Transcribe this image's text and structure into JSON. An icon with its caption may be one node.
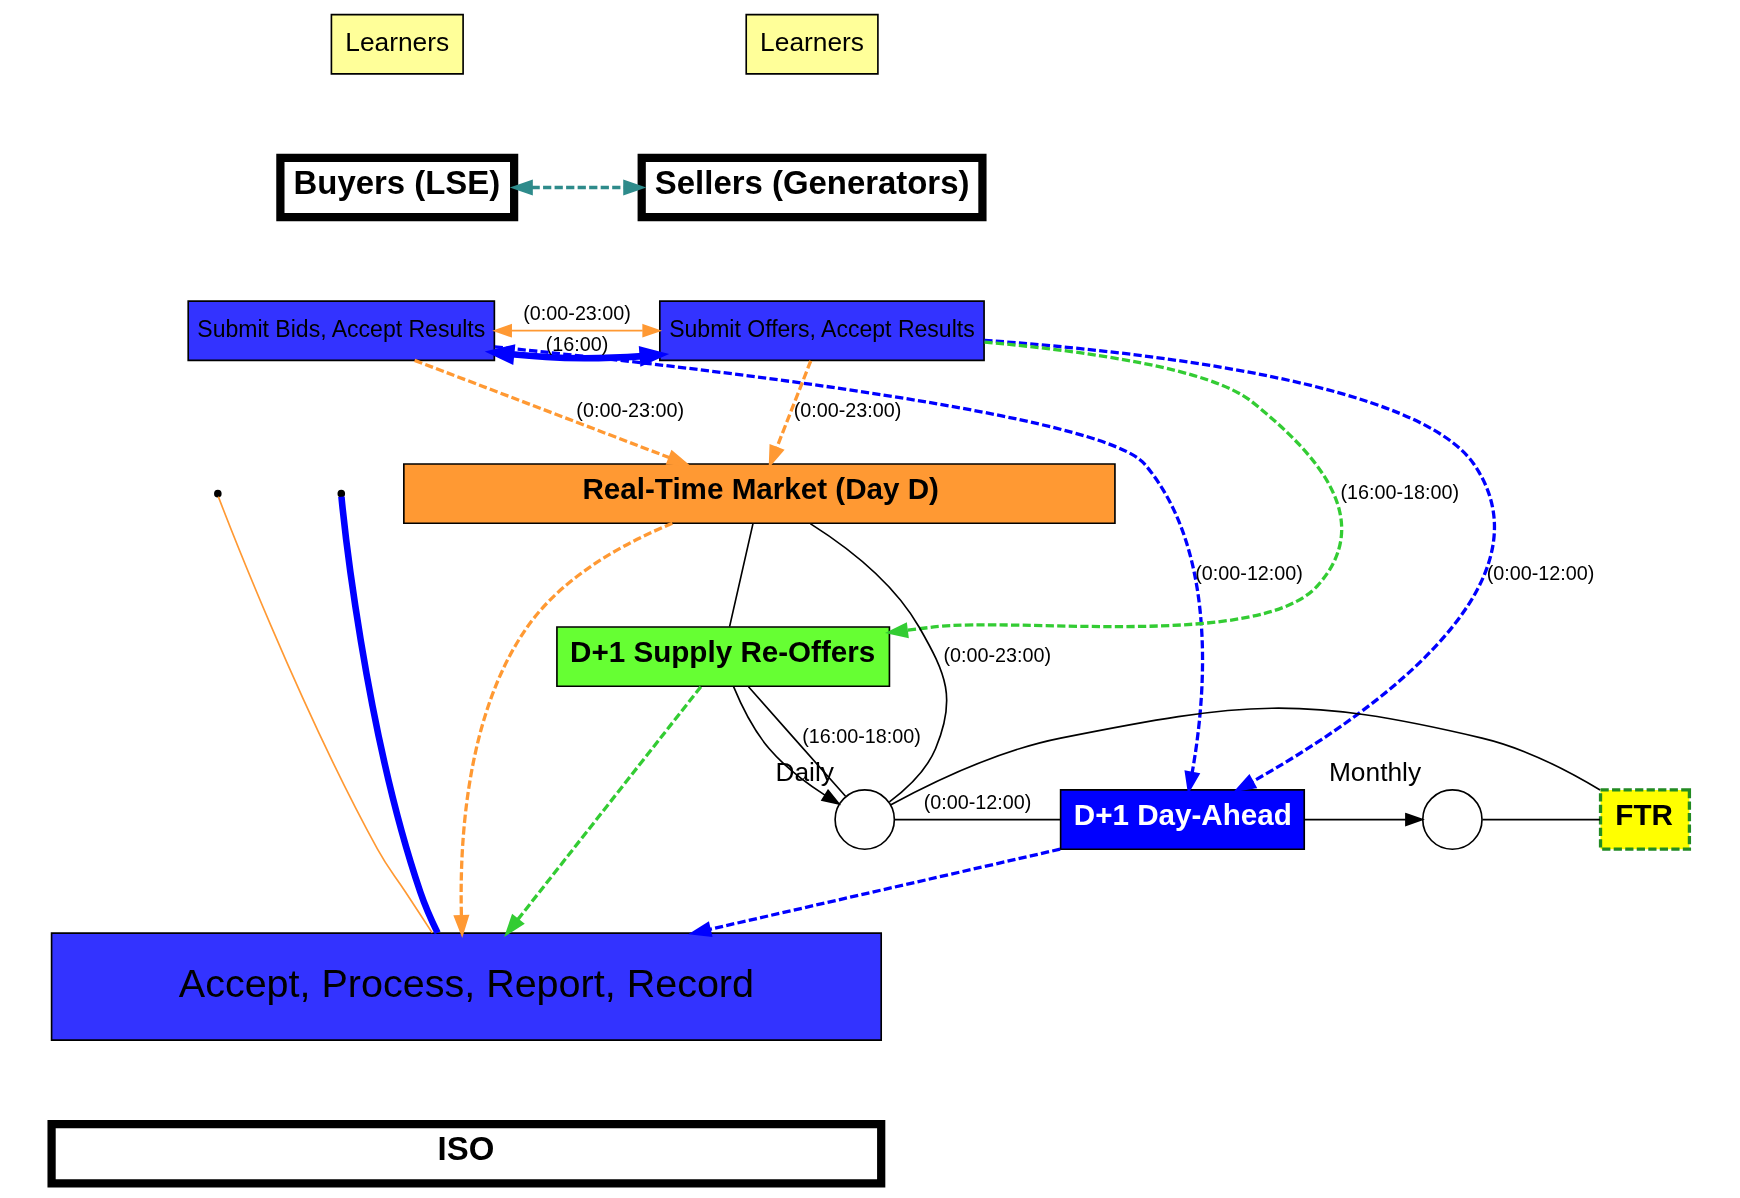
{
  "diagram": {
    "nodes": [
      {
        "text": [
          "Learners"
        ]
      },
      {
        "text": [
          "Buyers (LSE)"
        ]
      },
      {
        "text": [
          "Learners"
        ]
      },
      {
        "text": [
          "Sellers (Generators)"
        ]
      },
      {
        "text": [
          "Submit Bids, Accept Results"
        ]
      },
      {
        "text": [
          "Submit Offers, Accept Results"
        ]
      },
      {
        "text": [
          "Real-Time Market (Day D)"
        ]
      },
      {
        "text": [
          "D+1 Day-Ahead"
        ]
      },
      {
        "text": [
          "D+1 Supply Re-Offers"
        ]
      },
      {
        "text": [
          "Accept, Process, Report, Record"
        ]
      },
      {
        "text": [
          "ISO"
        ]
      },
      {
        "text": [],
        "shape": "circle",
        "beside": [
          "Monthly"
        ]
      },
      {
        "text": [
          "FTR"
        ]
      },
      {
        "text": [],
        "shape": "circle",
        "beside": [
          "Daily"
        ]
      }
    ],
    "edges": [
      {
        "from": 1,
        "to": 3,
        "arrow": "both",
        "style": "dashed",
        "color": "#2e8b8b"
      },
      {
        "from": 4,
        "to": 5,
        "arrow": "both",
        "label": "(0:00-23:00)",
        "color": "#ff9933"
      },
      {
        "from": 4,
        "to": 5,
        "arrow": "both",
        "label": "(16:00)",
        "style": "thick",
        "color": "#0000ff"
      },
      {
        "from": null,
        "to": 9,
        "arrow": "none",
        "color": "#ff9933"
      },
      {
        "from": null,
        "to": 9,
        "arrow": "none",
        "style": "thick",
        "color": "#0000ff"
      },
      {
        "from": 4,
        "to": 6,
        "arrow": "to",
        "label": "(0:00-23:00)",
        "style": "dashed",
        "color": "#ff9933"
      },
      {
        "from": 4,
        "to": 7,
        "arrow": "to",
        "label": "(0:00-12:00)",
        "style": "dashed",
        "color": "#0000ff"
      },
      {
        "from": 5,
        "to": 6,
        "arrow": "to",
        "label": "(0:00-23:00)",
        "style": "dashed",
        "color": "#ff9933"
      },
      {
        "from": 5,
        "to": 7,
        "arrow": "to",
        "label": "(0:00-12:00)",
        "style": "dashed",
        "color": "#0000ff"
      },
      {
        "from": 5,
        "to": 8,
        "arrow": "to",
        "label": "(16:00-18:00)",
        "style": "dashed",
        "color": "#33cc33"
      },
      {
        "from": 6,
        "to": 9,
        "arrow": "to",
        "style": "dashed",
        "color": "#ff9933"
      },
      {
        "from": 7,
        "to": 9,
        "arrow": "to",
        "style": "dashed",
        "color": "#0000ff"
      },
      {
        "from": 8,
        "to": 9,
        "arrow": "to",
        "style": "dashed",
        "color": "#33cc33"
      },
      {
        "from": 11,
        "to": 12,
        "arrow": "none"
      },
      {
        "from": 12,
        "to": 13,
        "arrow": "none"
      },
      {
        "from": 13,
        "to": 6,
        "arrow": "none",
        "label": "(0:00-23:00)"
      },
      {
        "from": 13,
        "to": 7,
        "arrow": "none",
        "label": "(0:00-12:00)"
      },
      {
        "from": 13,
        "to": 8,
        "arrow": "none",
        "label": "(16:00-18:00)"
      },
      {
        "from": 6,
        "to": 8,
        "arrow": "none"
      },
      {
        "from": 8,
        "to": 13,
        "arrow": "to"
      },
      {
        "from": 7,
        "to": 11,
        "arrow": "to"
      }
    ]
  }
}
